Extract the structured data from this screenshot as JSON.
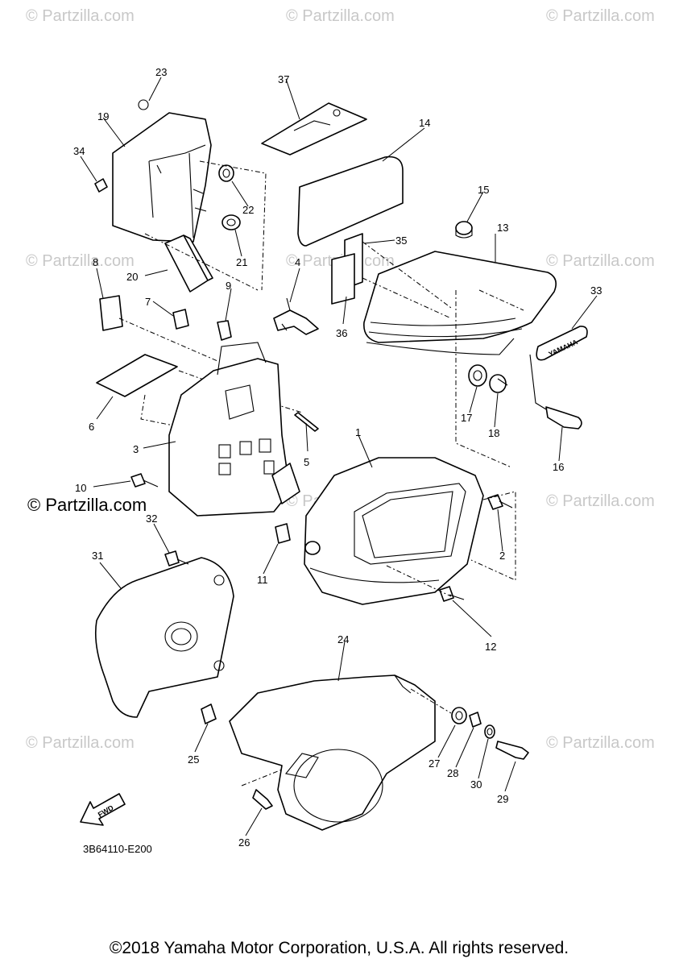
{
  "watermark": "© Partzilla.com",
  "brand_watermark": "© Partzilla.com",
  "diagram_code": "3B64110-E200",
  "copyright": "©2018 Yamaha Motor Corporation, U.S.A. All rights reserved.",
  "fwd_label": "FWD",
  "emblem_text": "YAMAHA",
  "callouts": [
    "1",
    "2",
    "3",
    "4",
    "5",
    "6",
    "7",
    "8",
    "9",
    "10",
    "11",
    "12",
    "13",
    "14",
    "15",
    "16",
    "17",
    "18",
    "19",
    "20",
    "21",
    "22",
    "23",
    "24",
    "25",
    "26",
    "27",
    "28",
    "29",
    "30",
    "31",
    "32",
    "33",
    "34",
    "35",
    "36",
    "37"
  ]
}
